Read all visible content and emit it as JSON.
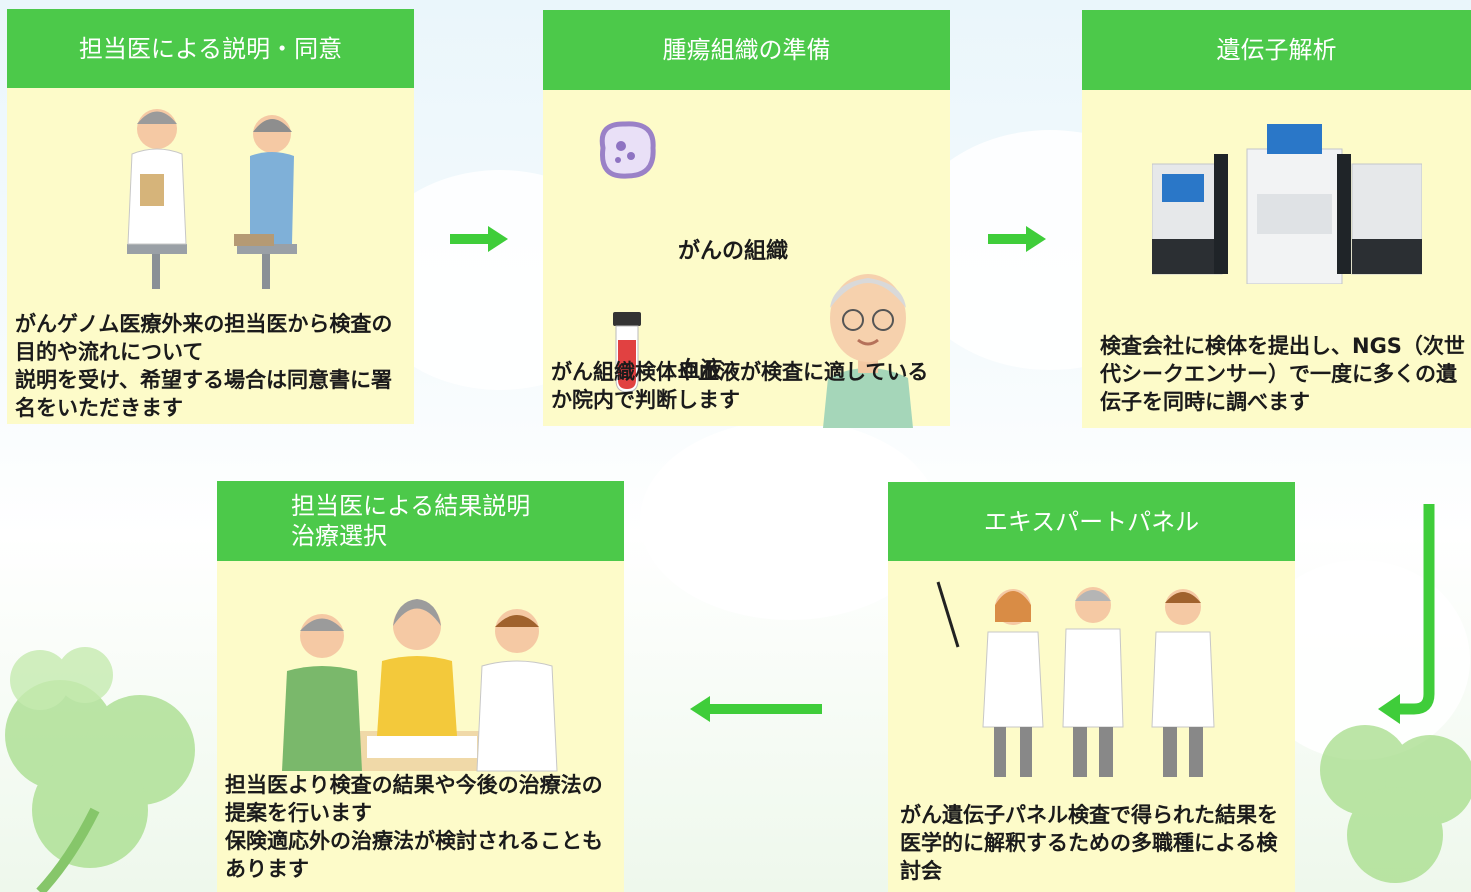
{
  "colors": {
    "accent_green": "#4cc94a",
    "card_bg": "#fdfbc9",
    "arrow_green": "#3fcd3a"
  },
  "steps": [
    {
      "title": "担当医による説明・同意",
      "text": "がんゲノム医療外来の担当医から検査の目的や流れについて\n説明を受け、希望する場合は同意書に署名をいただきます",
      "icon": "doctor-patient-consultation-illustration"
    },
    {
      "title": "腫瘍組織の準備",
      "text": "がん組織検体や血液が検査に適しているか院内で判断します",
      "labels": {
        "tissue": "がんの組織",
        "blood": "血液"
      },
      "icon": "tissue-blood-sample-illustration"
    },
    {
      "title": "遺伝子解析",
      "text": "検査会社に検体を提出し、NGS（次世代シークエンサー）で一度に多くの遺伝子を同時に調べます",
      "icon": "sequencer-machine-illustration"
    },
    {
      "title": "エキスパートパネル",
      "text": "がん遺伝子パネル検査で得られた結果を医学的に解釈するための多職種による検討会",
      "icon": "expert-team-illustration"
    },
    {
      "title": "担当医による結果説明\n治療選択",
      "text": "担当医より検査の結果や今後の治療法の提案を行います\n保険適応外の治療法が検討されることもあります",
      "icon": "family-meeting-illustration"
    }
  ],
  "arrows": [
    "arrow-right",
    "arrow-right",
    "arrow-down-left",
    "arrow-left"
  ]
}
